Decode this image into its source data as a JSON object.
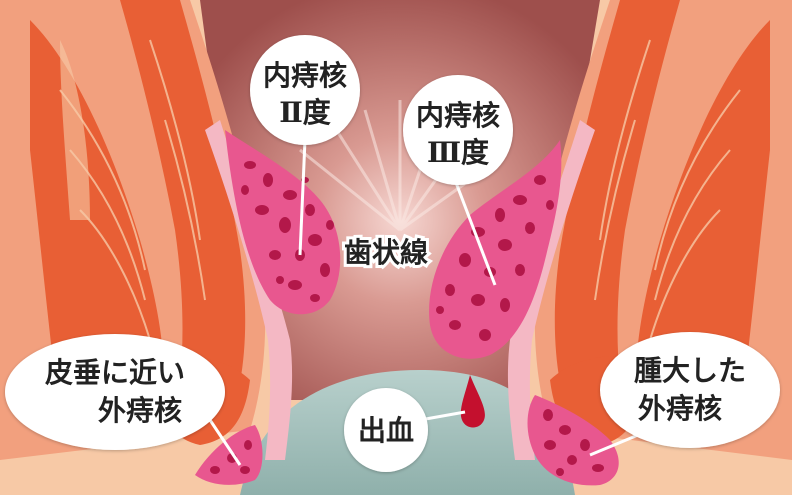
{
  "labels": {
    "internal_2": {
      "line1": "内痔核",
      "line2": "Ⅱ度"
    },
    "internal_3": {
      "line1": "内痔核",
      "line2": "Ⅲ度"
    },
    "dentate_line": "歯状線",
    "skin_tag": {
      "line1": "皮垂に近い",
      "line2": "外痔核"
    },
    "swollen_external": {
      "line1": "腫大した",
      "line2": "外痔核"
    },
    "bleeding": "出血"
  },
  "colors": {
    "muscle": "#e85f35",
    "muscle_light": "#f2a07e",
    "skin": "#f7c9a6",
    "hemorrhoid": "#e8578f",
    "hemorrhoid_dark": "#b3184a",
    "canal": "#c97b72",
    "floor": "#a9c4c0",
    "blood": "#c4102e"
  }
}
